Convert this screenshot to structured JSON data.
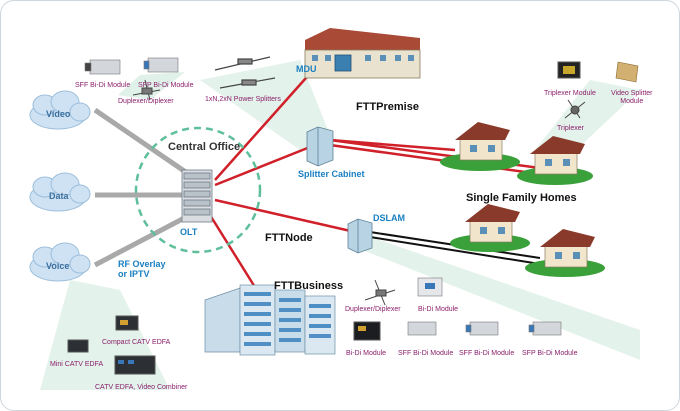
{
  "clouds": {
    "video": "Video",
    "data": "Data",
    "voice": "Voice"
  },
  "nodes": {
    "central_office": "Central Office",
    "olt": "OLT",
    "mdu": "MDU",
    "splitter_cabinet": "Splitter Cabinet",
    "dslam": "DSLAM",
    "rf_overlay": "RF Overlay\nor IPTV"
  },
  "sections": {
    "fttpremise": "FTTPremise",
    "single_family": "Single Family Homes",
    "fttnode": "FTTNode",
    "fttbusiness": "FTTBusiness"
  },
  "products": {
    "sff_bidi_1": "SFF Bi-Di Module",
    "sfp_bidi_1": "SFP Bi-Di Module",
    "duplexer_1": "Duplexer/Diplexer",
    "power_splitters": "1xN,2xN Power Splitters",
    "triplexer_module": "Triplexer Module",
    "video_splitter": "Video Splitter\nModule",
    "triplexer": "Triplexer",
    "compact_catv": "Compact CATV EDFA",
    "mini_catv": "Mini CATV EDFA",
    "catv_combiner": "CATV EDFA, Video Combiner",
    "duplexer_2": "Duplexer/Diplexer",
    "bidi_module_top": "Bi-Di Module",
    "bidi_module_bottom": "Bi-Di Module",
    "sff_bidi_2": "SFF Bi-Di Module",
    "sff_bidi_3": "SFF Bi-Di Module",
    "sfp_bidi_2": "SFP Bi-Di Module"
  },
  "colors": {
    "fiber_red": "#d0202a",
    "link_gray": "#a9a9a9",
    "copper_black": "#111111",
    "dash_green": "#5fbf9a",
    "label_blue": "#1a7fc0",
    "product_purple": "#8a1f6b"
  }
}
